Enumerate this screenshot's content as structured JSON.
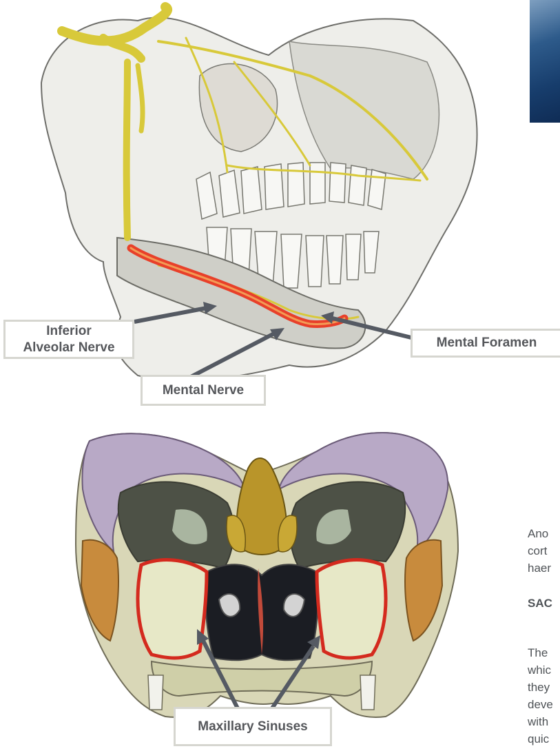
{
  "labels": {
    "inferior_alveolar": [
      "Inferior",
      "Alveolar Nerve"
    ],
    "mental_foramen": "Mental Foramen",
    "mental_nerve": "Mental Nerve",
    "maxillary_sinuses": "Maxillary Sinuses"
  },
  "side_text": {
    "para1": [
      "Ano",
      "cort",
      "haer"
    ],
    "heading": "SAC",
    "para2": [
      "The",
      "whic",
      "they",
      "deve",
      "with",
      "quic"
    ]
  },
  "colors": {
    "callout_border": "#d6d6d0",
    "callout_text": "#55575b",
    "arrow": "#555a63",
    "nerve_red": "#e8402a",
    "nerve_yellow": "#d8c93a",
    "sinus_outline": "#d42a1e",
    "photo_blue": "#1b4478"
  }
}
